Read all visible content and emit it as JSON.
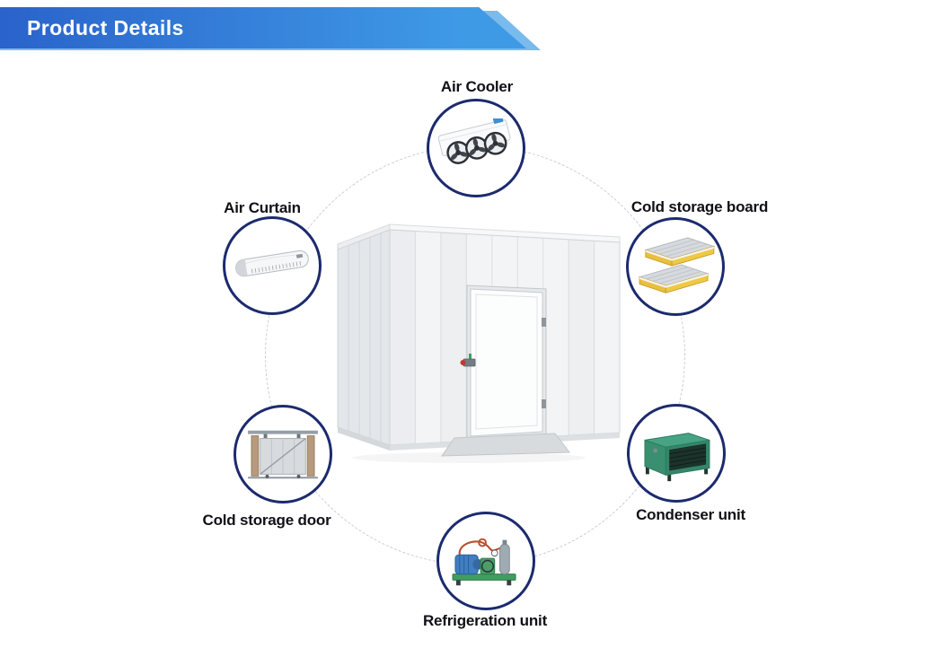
{
  "banner": {
    "title": "Product Details"
  },
  "colors": {
    "banner_gradient_start": "#2a63cb",
    "banner_gradient_end": "#3f9ae6",
    "banner_back": "#7abbed",
    "circle_border": "#1c2a6e",
    "label_text": "#101016",
    "board_core_yellow": "#e9bf3e",
    "condenser_green": "#46a383"
  },
  "center_image": {
    "name": "cold-storage-room",
    "description": "White panel cold storage room with hinged door and ramp"
  },
  "callouts": [
    {
      "id": "air-cooler",
      "label": "Air Cooler",
      "icon": "air-cooler-icon"
    },
    {
      "id": "air-curtain",
      "label": "Air Curtain",
      "icon": "air-curtain-icon"
    },
    {
      "id": "cold-storage-board",
      "label": "Cold storage board",
      "icon": "cold-storage-board-icon"
    },
    {
      "id": "cold-storage-door",
      "label": "Cold storage door",
      "icon": "cold-storage-door-icon"
    },
    {
      "id": "condenser-unit",
      "label": "Condenser unit",
      "icon": "condenser-unit-icon"
    },
    {
      "id": "refrigeration-unit",
      "label": "Refrigeration unit",
      "icon": "refrigeration-unit-icon"
    }
  ]
}
